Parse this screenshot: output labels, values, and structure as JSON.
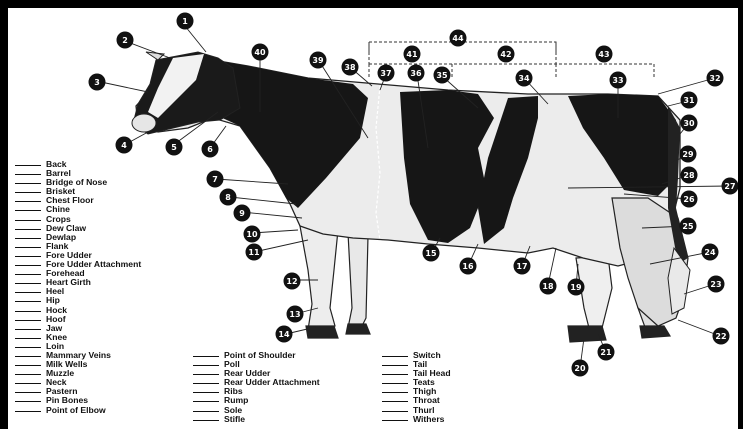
{
  "colors": {
    "frame": "#000000",
    "paper": "#ffffff",
    "badge": "#111111",
    "coat_dark": "#161616",
    "coat_light": "#ececec"
  },
  "terms_col1": [
    "Back",
    "Barrel",
    "Bridge of Nose",
    "Brisket",
    "Chest Floor",
    "Chine",
    "Crops",
    "Dew Claw",
    "Dewlap",
    "Flank",
    "Fore Udder",
    "Fore Udder Attachment",
    "Forehead",
    "Heart Girth",
    "Heel",
    "Hip",
    "Hock",
    "Hoof",
    "Jaw",
    "Knee",
    "Loin",
    "Mammary Veins",
    "Milk Wells",
    "Muzzle",
    "Neck",
    "Pastern",
    "Pin Bones",
    "Point of Elbow"
  ],
  "terms_col2": [
    "Point of Shoulder",
    "Poll",
    "Rear Udder",
    "Rear Udder Attachment",
    "Ribs",
    "Rump",
    "Sole",
    "Stifle"
  ],
  "terms_col3": [
    "Switch",
    "Tail",
    "Tail Head",
    "Teats",
    "Thigh",
    "Throat",
    "Thurl",
    "Withers"
  ],
  "badge_numbers": [
    "1",
    "2",
    "3",
    "4",
    "5",
    "6",
    "7",
    "8",
    "9",
    "10",
    "11",
    "12",
    "13",
    "14",
    "15",
    "16",
    "17",
    "18",
    "19",
    "20",
    "21",
    "22",
    "23",
    "24",
    "25",
    "26",
    "27",
    "28",
    "29",
    "30",
    "31",
    "32",
    "33",
    "34",
    "35",
    "36",
    "37",
    "38",
    "39",
    "40",
    "41",
    "42",
    "43",
    "44"
  ]
}
